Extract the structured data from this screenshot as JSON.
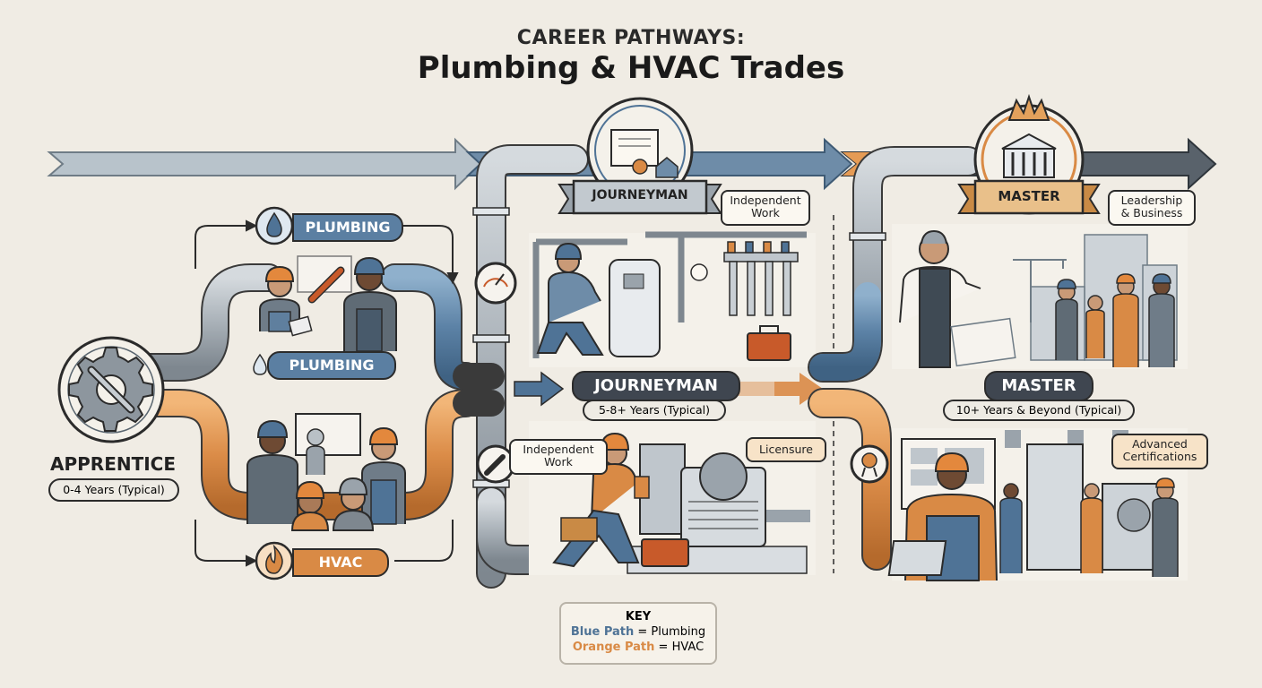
{
  "header": {
    "supertitle": "CAREER PATHWAYS:",
    "title": "Plumbing & HVAC Trades"
  },
  "apprentice": {
    "title": "APPRENTICE",
    "years": "0-4 Years (Typical)",
    "icon": "wrench-gear-icon"
  },
  "branches": {
    "plumbing_top": "PLUMBING",
    "plumbing_mid": "PLUMBING",
    "hvac": "HVAC"
  },
  "journeyman": {
    "banner": "JOURNEYMAN",
    "title": "JOURNEYMAN",
    "years": "5-8+ Years (Typical)",
    "callout_plumbing": "Independent\nWork",
    "callout_hvac_work": "Independent\nWork",
    "callout_licensure": "Licensure"
  },
  "master": {
    "banner": "MASTER",
    "title": "MASTER",
    "years": "10+ Years & Beyond (Typical)",
    "callout_leadership": "Leadership\n& Business",
    "callout_certifications": "Advanced\nCertifications"
  },
  "key": {
    "title": "KEY",
    "blue_label": "Blue Path",
    "blue_value": " = Plumbing",
    "orange_label": "Orange Path",
    "orange_value": " = HVAC"
  },
  "colors": {
    "blue": "#4f7396",
    "orange": "#d98a45",
    "grey": "#9aa3ab",
    "dark": "#2b2b2b"
  }
}
